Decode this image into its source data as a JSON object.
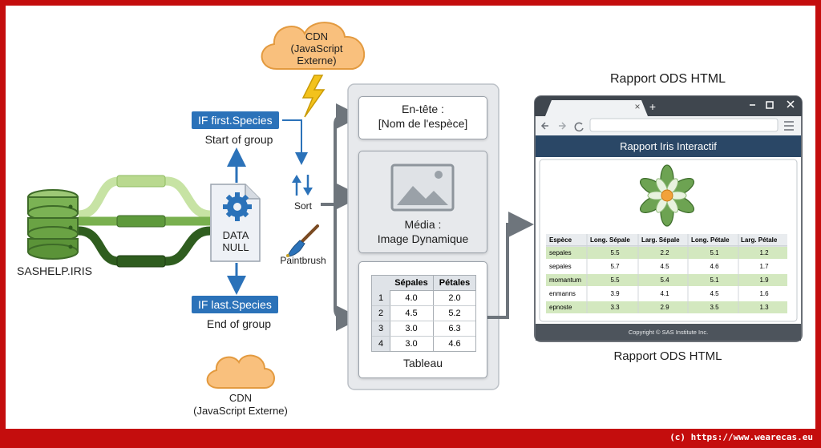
{
  "cdn_top": {
    "line1": "CDN",
    "line2": "(JavaScript",
    "line3": "Externe)"
  },
  "cdn_bottom": {
    "line1": "CDN",
    "line2": "(JavaScript Externe)"
  },
  "source": {
    "label": "SASHELP.IRIS"
  },
  "datanull": {
    "line1": "DATA",
    "line2": "NULL"
  },
  "first_species": {
    "chip": "IF first.Species",
    "caption": "Start of group"
  },
  "last_species": {
    "chip": "IF last.Species",
    "caption": "End of group"
  },
  "sort": {
    "label": "Sort"
  },
  "paintbrush": {
    "label": "Paintbrush"
  },
  "header_panel": {
    "line1": "En-tête :",
    "line2": "[Nom de l'espèce]"
  },
  "media_panel": {
    "line1": "Média :",
    "line2": "Image Dynamique"
  },
  "table_panel": {
    "caption": "Tableau",
    "columns": [
      "",
      "Sépales",
      "Pétales"
    ],
    "rows": [
      [
        "1",
        "4.0",
        "2.0"
      ],
      [
        "2",
        "4.5",
        "5.2"
      ],
      [
        "3",
        "3.0",
        "6.3"
      ],
      [
        "4",
        "3.0",
        "4.6"
      ]
    ]
  },
  "report": {
    "title_top": "Rapport ODS HTML",
    "title_bottom": "Rapport ODS HTML",
    "window_close": "×",
    "new_tab": "+",
    "banner": "Rapport Iris Interactif",
    "columns": [
      "Espèce",
      "Long. Sépale",
      "Larg. Sépale",
      "Long. Pétale",
      "Larg. Pétale"
    ],
    "rows": [
      [
        "sepales",
        "5.5",
        "2.2",
        "5.1",
        "1.2"
      ],
      [
        "sepales",
        "5.7",
        "4.5",
        "4.6",
        "1.7"
      ],
      [
        "momantum",
        "5.5",
        "5.4",
        "5.1",
        "1.9"
      ],
      [
        "enmanns",
        "3.9",
        "4.1",
        "4.5",
        "1.6"
      ],
      [
        "epnoste",
        "3.3",
        "2.9",
        "3.5",
        "1.3"
      ]
    ],
    "footer": "Copyright © SAS Institute Inc."
  },
  "watermark": "(c) https://www.wearecas.eu",
  "colors": {
    "frame": "#c40d0d",
    "accent_blue": "#2b72b9",
    "cloud": "#f9c07d",
    "green_light": "#b9d98f",
    "green_mid": "#5e9a3c",
    "green_dark": "#2f5d1f",
    "banner": "#2a4766"
  }
}
